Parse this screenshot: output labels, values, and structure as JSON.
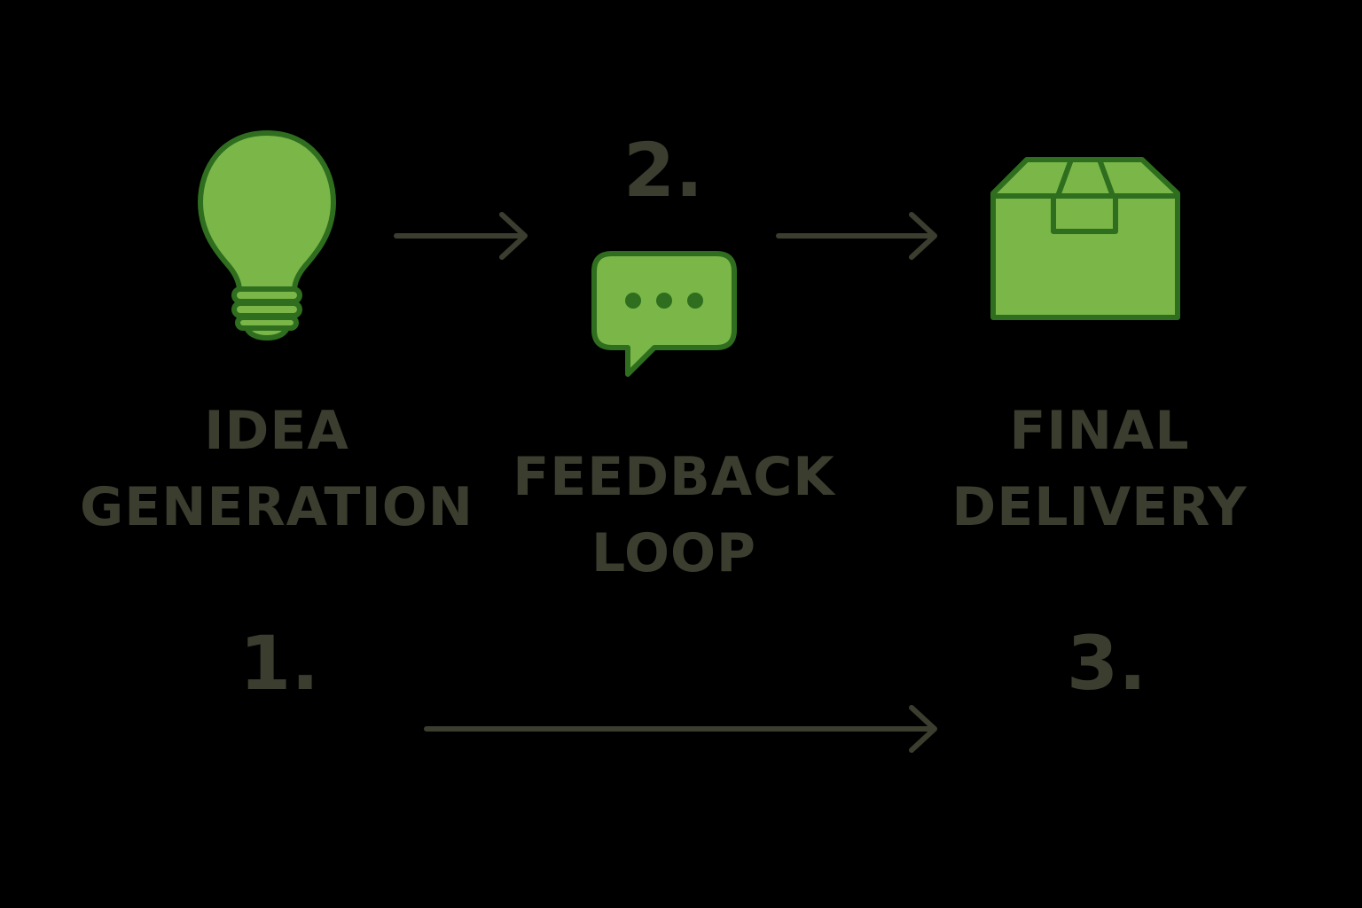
{
  "colors": {
    "background": "#000000",
    "icon_fill": "#7ab648",
    "icon_stroke": "#2e6e1e",
    "text": "#3b3d2f",
    "arrow": "#3b3d2f"
  },
  "steps": [
    {
      "number": "1.",
      "icon": "lightbulb-icon",
      "label_line1": "IDEA",
      "label_line2": "GENERATION"
    },
    {
      "number": "2.",
      "icon": "speech-bubble-icon",
      "label_line1": "FEEDBACK",
      "label_line2": "LOOP"
    },
    {
      "number": "3.",
      "icon": "box-icon",
      "label_line1": "FINAL",
      "label_line2": "DELIVERY"
    }
  ],
  "connections": [
    {
      "from": "1.",
      "to": "2."
    },
    {
      "from": "2.",
      "to": "3."
    },
    {
      "from": "1.",
      "to": "3."
    }
  ]
}
